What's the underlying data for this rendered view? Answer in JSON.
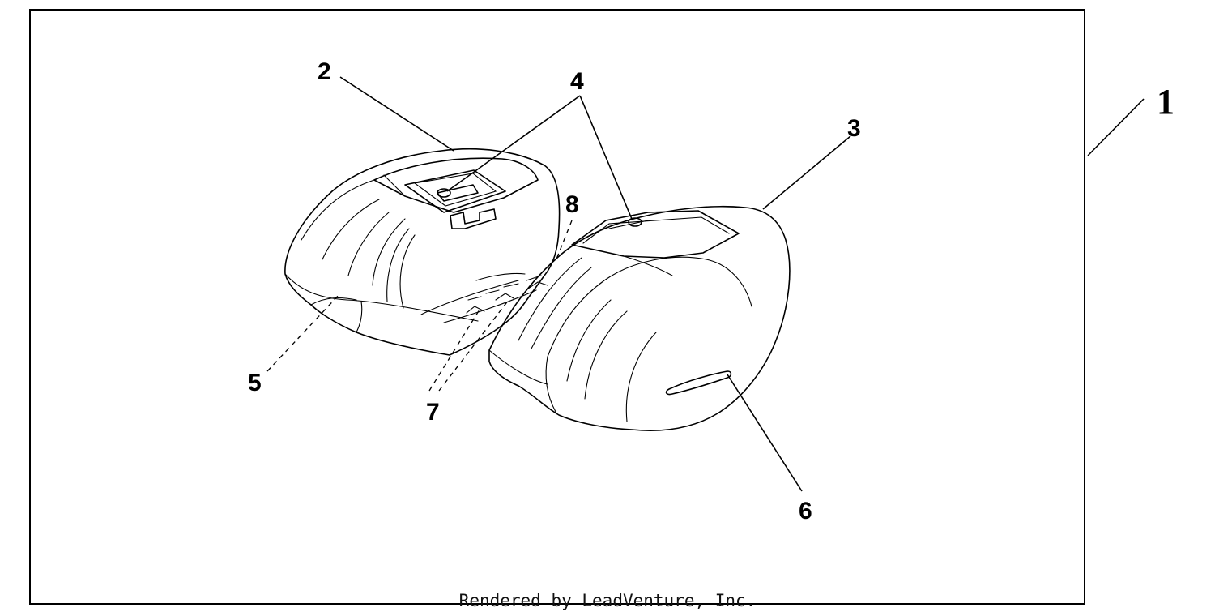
{
  "diagram": {
    "callouts": [
      {
        "id": "1",
        "label": "1"
      },
      {
        "id": "2",
        "label": "2"
      },
      {
        "id": "3",
        "label": "3"
      },
      {
        "id": "4",
        "label": "4"
      },
      {
        "id": "5",
        "label": "5"
      },
      {
        "id": "6",
        "label": "6"
      },
      {
        "id": "7",
        "label": "7"
      },
      {
        "id": "8",
        "label": "8"
      }
    ],
    "footer": "Rendered by LeadVenture, Inc."
  },
  "colors": {
    "line": "#000000",
    "background": "#ffffff"
  }
}
